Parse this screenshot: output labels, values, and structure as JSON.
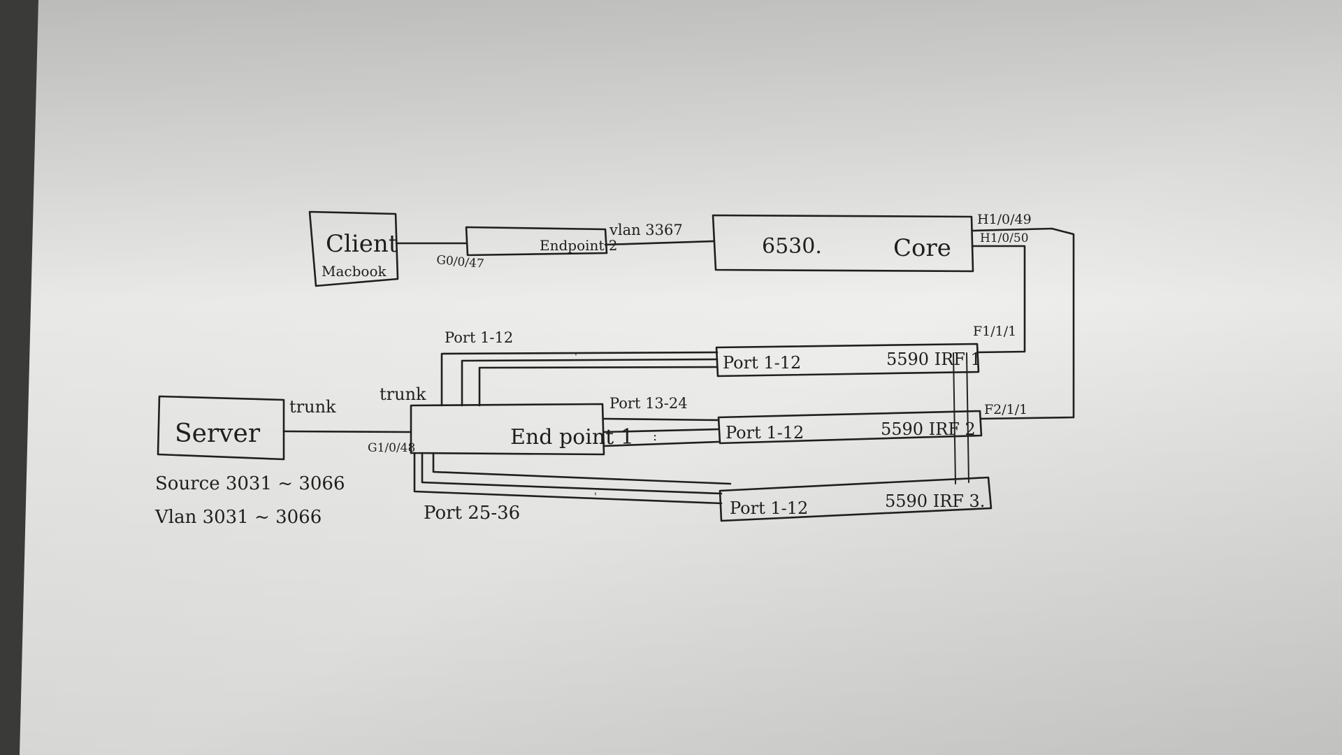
{
  "diagram": {
    "client": {
      "title": "Client",
      "subtitle": "Macbook"
    },
    "endpoint2": {
      "label": "Endpoint 2",
      "port": "G0/0/47",
      "vlan": "vlan 3367"
    },
    "core": {
      "model": "6530.",
      "label": "Core",
      "port_a": "H1/0/49",
      "port_b": "H1/0/50"
    },
    "irf1": {
      "ports": "Port 1-12",
      "label": "5590 IRF 1",
      "uplink": "F1/1/1"
    },
    "irf2": {
      "ports": "Port 1-12",
      "label": "5590 IRF 2",
      "uplink": "F2/1/1"
    },
    "irf3": {
      "ports": "Port 1-12",
      "label": "5590 IRF 3."
    },
    "server": {
      "label": "Server",
      "trunk": "trunk",
      "source": "Source 3031 ~ 3066",
      "vlan": "Vlan 3031 ~ 3066"
    },
    "endpoint1": {
      "label": "End point 1",
      "trunk": "trunk",
      "port": "G1/0/48",
      "ports_top": "Port 1-12",
      "ports_mid": "Port 13-24",
      "ports_bottom": "Port 25-36"
    }
  }
}
